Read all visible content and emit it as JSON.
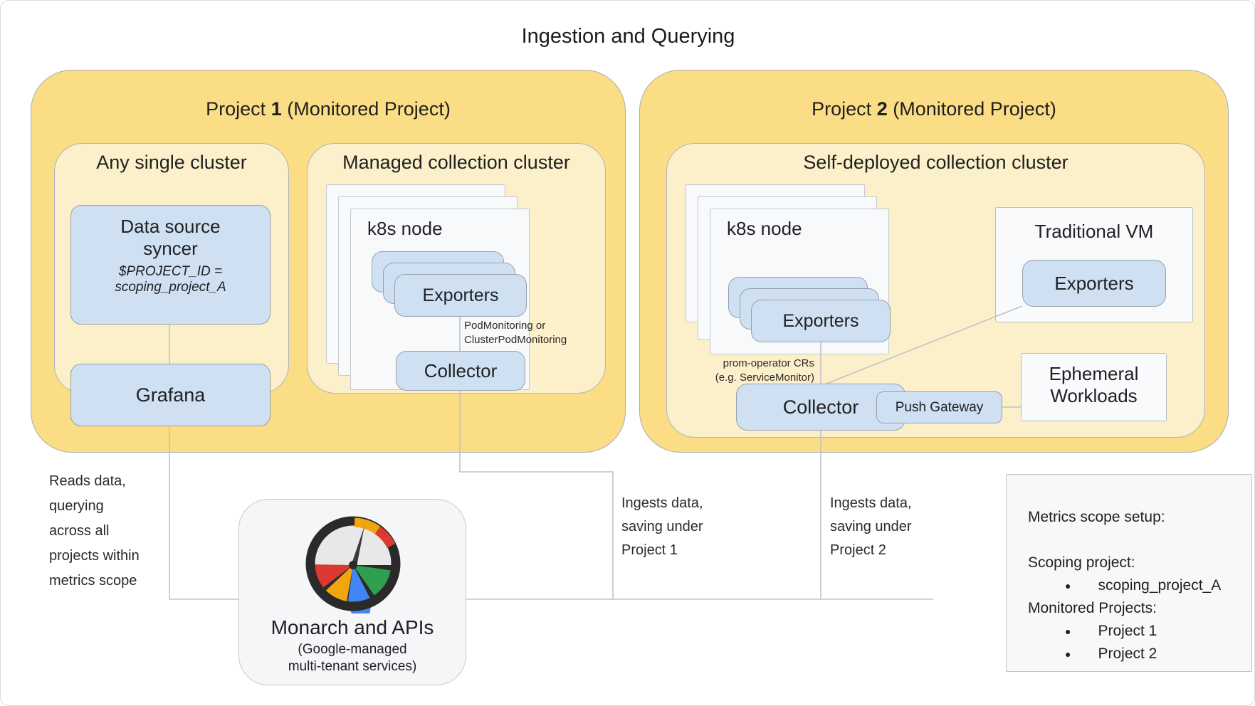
{
  "title": "Ingestion and Querying",
  "project1": {
    "title_prefix": "Project ",
    "title_number": "1",
    "title_suffix": " (Monitored Project)",
    "any_cluster": {
      "title": "Any single cluster",
      "syncer_line1": "Data source",
      "syncer_line2": "syncer",
      "syncer_sub1": "$PROJECT_ID =",
      "syncer_sub2": "scoping_project_A",
      "grafana": "Grafana"
    },
    "managed_cluster": {
      "title": "Managed collection cluster",
      "node_title": "k8s node",
      "exporters": "Exporters",
      "link_label_line1": "PodMonitoring or",
      "link_label_line2": "ClusterPodMonitoring",
      "collector": "Collector"
    }
  },
  "project2": {
    "title_prefix": "Project ",
    "title_number": "2",
    "title_suffix": " (Monitored Project)",
    "cluster_title": "Self-deployed collection cluster",
    "node_title": "k8s node",
    "exporters": "Exporters",
    "link_label_line1": "prom-operator CRs",
    "link_label_line2": "(e.g. ServiceMonitor)",
    "collector": "Collector",
    "push_gateway": "Push Gateway",
    "vm_title": "Traditional VM",
    "vm_exporters": "Exporters",
    "ephemeral_line1": "Ephemeral",
    "ephemeral_line2": "Workloads"
  },
  "monarch": {
    "title": "Monarch and APIs",
    "subtitle_line1": "(Google-managed",
    "subtitle_line2": "multi-tenant services)",
    "icon": "monitoring-gauge-icon"
  },
  "annotations": {
    "reads": [
      "Reads data,",
      "querying",
      "across all",
      "projects within",
      "metrics scope"
    ],
    "ingest1": [
      "Ingests data,",
      "saving under",
      "Project 1"
    ],
    "ingest2": [
      "Ingests data,",
      "saving under",
      "Project 2"
    ]
  },
  "metrics_scope": {
    "heading": "Metrics scope setup:",
    "scoping_label": "Scoping project:",
    "scoping_value": "scoping_project_A",
    "monitored_label": "Monitored Projects:",
    "monitored_1": "Project 1",
    "monitored_2": "Project 2",
    "bullet_char": "●"
  },
  "colors": {
    "project_fill": "#FADD84",
    "cluster_fill": "#FCF0CA",
    "component_fill": "#CFE0F2",
    "card_fill": "#F7F9FB",
    "line": "#BFC3C8",
    "gauge_red": "#DB3A30",
    "gauge_yellow": "#F2A60D",
    "gauge_blue": "#4285F4",
    "gauge_green": "#2E9E4F",
    "gauge_ring": "#2A2A2A"
  }
}
